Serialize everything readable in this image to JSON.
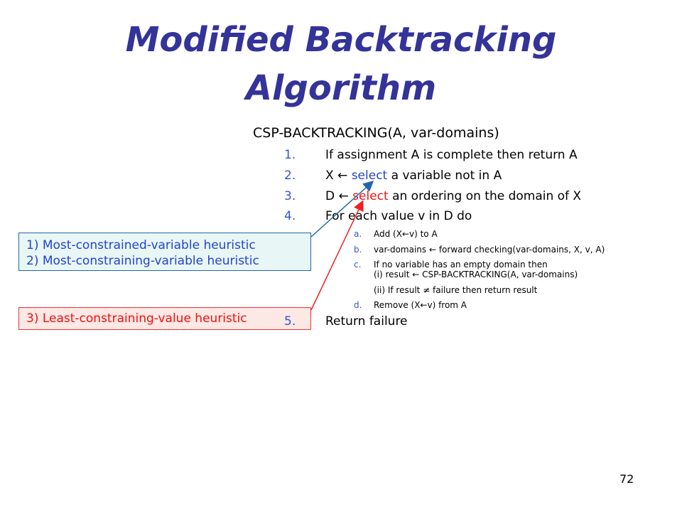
{
  "title": {
    "line1": "Modified Backtracking",
    "line2": "Algorithm"
  },
  "procedure": {
    "header": "CSP-BACKTRACKING(A, var-domains)",
    "steps": [
      {
        "num": "1.",
        "text": "If assignment A is complete then return A"
      },
      {
        "num": "2.",
        "pre": "X ← ",
        "highlight": "select",
        "post": " a variable not in A"
      },
      {
        "num": "3.",
        "pre": "D ← ",
        "highlight": "select",
        "post": " an ordering on the domain of X"
      },
      {
        "num": "4.",
        "text": "For each value v in D do"
      }
    ],
    "substeps": [
      {
        "letter": "a.",
        "text": "Add (X←v) to A"
      },
      {
        "letter": "b.",
        "text": "var-domains ← forward checking(var-domains, X, v, A)"
      },
      {
        "letter": "c.",
        "text": "If no variable has an empty domain then"
      },
      {
        "letter": "",
        "text": "(i)  result ← CSP-BACKTRACKING(A, var-domains)"
      },
      {
        "letter": "",
        "text": "(ii) If result ≠ failure then return result"
      },
      {
        "letter": "d.",
        "text": "Remove (X←v) from A"
      }
    ],
    "final": {
      "num": "5.",
      "text": "Return failure"
    }
  },
  "heuristics": {
    "variable": [
      "1) Most-constrained-variable heuristic",
      "2) Most-constraining-variable heuristic"
    ],
    "value": "3) Least-constraining-value heuristic"
  },
  "page_number": "72",
  "colors": {
    "title": "#333399",
    "select_var": "#2244cc",
    "select_val": "#ee1111",
    "numbering": "#3355cc"
  }
}
